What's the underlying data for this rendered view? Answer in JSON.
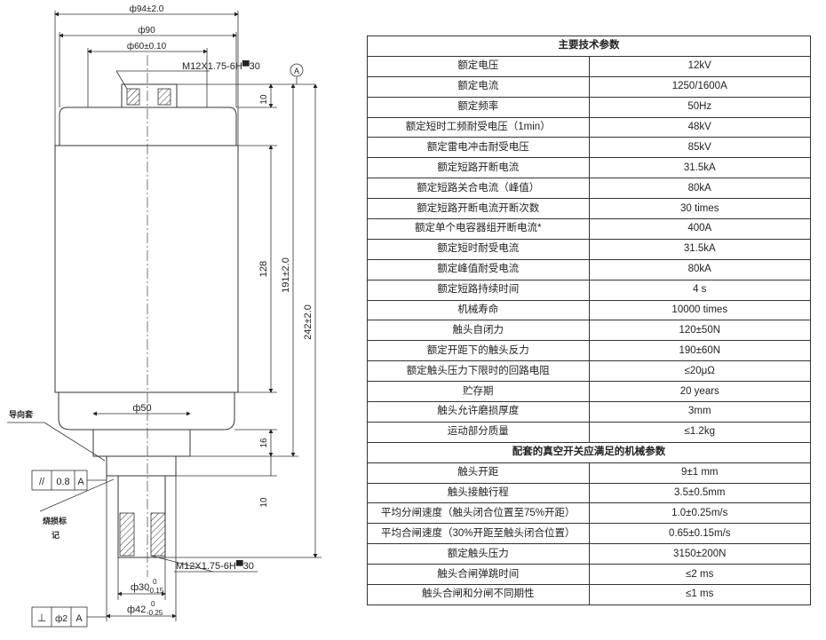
{
  "drawing": {
    "dim_outer_diameter": "ф94±2.0",
    "dim_body_diameter": "ф90",
    "dim_top_bore": "ф60±0.10",
    "top_thread": "M12X1.75-6H▀30",
    "datum_letter": "A",
    "dim_top_height": "10",
    "dim_body_length": "128",
    "dim_main_length": "191±2.0",
    "dim_total_length": "242±2.0",
    "dim_bottom_flange": "ф50",
    "dim_bottom_height": "16",
    "dim_stem_height": "10",
    "label_guide_sleeve": "导向套",
    "label_wear_mark": "烧损标",
    "label_wear_mark_2": "记",
    "bottom_thread": "M12X1.75-6H▀30",
    "dim_stem_diameter": "ф30",
    "dim_stem_diameter_tol_upper": "0",
    "dim_stem_diameter_tol_lower": "-0.15",
    "dim_rod_diameter": "ф42",
    "dim_rod_diameter_tol_upper": "0",
    "dim_rod_diameter_tol_lower": "-0.25",
    "tol_parallel_symbol": "//",
    "tol_parallel_value": "0.8",
    "tol_parallel_datum": "A",
    "tol_perp_symbol": "⊥",
    "tol_perp_value": "ф2",
    "tol_perp_datum": "A"
  },
  "table": {
    "rows": [
      {
        "section": "主要技术参数"
      },
      {
        "param": "额定电压",
        "value": "12kV"
      },
      {
        "param": "额定电流",
        "value": "1250/1600A"
      },
      {
        "param": "额定频率",
        "value": "50Hz"
      },
      {
        "param": "额定短时工频耐受电压（1min）",
        "value": "48kV"
      },
      {
        "param": "额定雷电冲击耐受电压",
        "value": "85kV"
      },
      {
        "param": "额定短路开断电流",
        "value": "31.5kA"
      },
      {
        "param": "额定短路关合电流（峰值）",
        "value": "80kA"
      },
      {
        "param": "额定短路开断电流开断次数",
        "value": "30 times"
      },
      {
        "param": "额定单个电容器组开断电流*",
        "value": "400A"
      },
      {
        "param": "额定短时耐受电流",
        "value": "31.5kA"
      },
      {
        "param": "额定峰值耐受电流",
        "value": "80kA"
      },
      {
        "param": "额定短路持续时间",
        "value": "4 s"
      },
      {
        "param": "机械寿命",
        "value": "10000 times"
      },
      {
        "param": "触头自闭力",
        "value": "120±50N"
      },
      {
        "param": "额定开距下的触头反力",
        "value": "190±60N"
      },
      {
        "param": "额定触头压力下限时的回路电阻",
        "value": "≤20μΩ"
      },
      {
        "param": "贮存期",
        "value": "20 years"
      },
      {
        "param": "触头允许磨损厚度",
        "value": "3mm"
      },
      {
        "param": "运动部分质量",
        "value": "≤1.2kg"
      },
      {
        "section": "配套的真空开关应满足的机械参数"
      },
      {
        "param": "触头开距",
        "value": "9±1 mm"
      },
      {
        "param": "触头接触行程",
        "value": "3.5±0.5mm"
      },
      {
        "param": "平均分闸速度（触头闭合位置至75%开距）",
        "value": "1.0±0.25m/s"
      },
      {
        "param": "平均合闸速度（30%开距至触头闭合位置）",
        "value": "0.65±0.15m/s"
      },
      {
        "param": "额定触头压力",
        "value": "3150±200N"
      },
      {
        "param": "触头合闸弹跳时间",
        "value": "≤2 ms"
      },
      {
        "param": "触头合闸和分闸不同期性",
        "value": "≤1 ms"
      }
    ]
  }
}
